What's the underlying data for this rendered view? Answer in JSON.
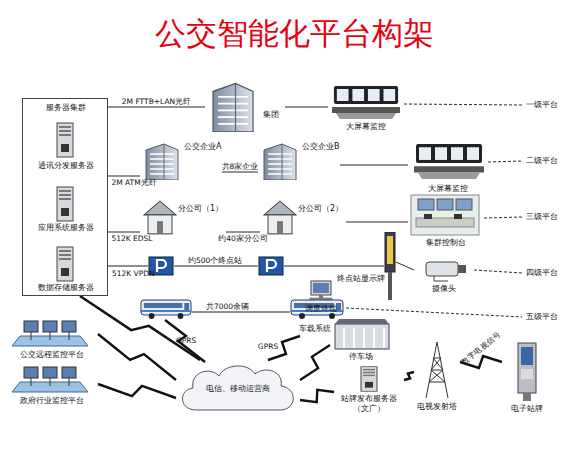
{
  "diagram": {
    "title": "公交智能化平台构架",
    "nodes": [
      {
        "text": [
          "服务器集群"
        ]
      },
      {
        "text": [
          "通讯分发服务器"
        ],
        "in": 0
      },
      {
        "text": [
          "应用系统服务器"
        ],
        "in": 0
      },
      {
        "text": [
          "数据存储服务器"
        ],
        "in": 0
      },
      {
        "text": [
          "集团"
        ]
      },
      {
        "text": [
          "大屏幕监控"
        ]
      },
      {
        "text": [
          "一级平台"
        ]
      },
      {
        "text": [
          "公交企业A"
        ]
      },
      {
        "text": [
          "公交企业B"
        ]
      },
      {
        "text": [
          "大屏幕监控"
        ]
      },
      {
        "text": [
          "二级平台"
        ]
      },
      {
        "text": [
          "分公司（1）"
        ]
      },
      {
        "text": [
          "分公司（2）"
        ]
      },
      {
        "text": [
          "集群控制台"
        ]
      },
      {
        "text": [
          "三级平台"
        ]
      },
      {
        "text": [
          "终点站显示牌"
        ]
      },
      {
        "text": [
          "调度终端"
        ]
      },
      {
        "text": [
          "摄像头"
        ]
      },
      {
        "text": [
          "四级平台"
        ]
      },
      {
        "text": [
          "车载系统"
        ]
      },
      {
        "text": [
          "五级平台"
        ]
      },
      {
        "text": [
          "公交远程监控平台"
        ]
      },
      {
        "text": [
          "政府行业监控平台"
        ]
      },
      {
        "text": [
          "电信、移动运营商"
        ]
      },
      {
        "text": [
          "停车场"
        ]
      },
      {
        "text": [
          "站牌发布服务器 （文广）"
        ]
      },
      {
        "text": [
          "电视发射塔"
        ]
      },
      {
        "text": [
          "电子站牌"
        ]
      }
    ],
    "edges": [
      {
        "from": 0,
        "to": 4,
        "arrow": "none",
        "label": "2M FTTB+LAN光纤"
      },
      {
        "from": 4,
        "to": 5,
        "arrow": "none"
      },
      {
        "from": 5,
        "to": 6,
        "arrow": "none"
      },
      {
        "from": 0,
        "to": 7,
        "arrow": "none",
        "label": "2M ATM光纤"
      },
      {
        "from": 7,
        "to": 8,
        "arrow": "none",
        "label": "共8家企业"
      },
      {
        "from": 8,
        "to": 9,
        "arrow": "none"
      },
      {
        "from": 9,
        "to": 10,
        "arrow": "none"
      },
      {
        "from": 0,
        "to": 11,
        "arrow": "none",
        "label": "512K EDSL"
      },
      {
        "from": 11,
        "to": 12,
        "arrow": "none",
        "label": "约40家分公司"
      },
      {
        "from": 12,
        "to": 13,
        "arrow": "none"
      },
      {
        "from": 13,
        "to": 14,
        "arrow": "none"
      },
      {
        "from": 15,
        "to": 17,
        "arrow": "none"
      },
      {
        "from": 17,
        "to": 18,
        "arrow": "none"
      },
      {
        "from": 19,
        "to": 20,
        "arrow": "none"
      },
      {
        "from": 0,
        "to": 23,
        "arrow": "none"
      },
      {
        "from": 21,
        "to": 23,
        "arrow": "none"
      },
      {
        "from": 22,
        "to": 23,
        "arrow": "none"
      },
      {
        "from": 19,
        "to": 23,
        "arrow": "none",
        "label": "GPRS"
      },
      {
        "from": 24,
        "to": 23,
        "arrow": "none"
      },
      {
        "from": 25,
        "to": 23,
        "arrow": "none"
      },
      {
        "from": 25,
        "to": 26,
        "arrow": "none"
      },
      {
        "from": 26,
        "to": 27,
        "arrow": "none",
        "label": "数字电视信号"
      }
    ],
    "labels": [
      "512K VPDN",
      "约500个终点站",
      "共7000余辆",
      "GPRS"
    ]
  }
}
